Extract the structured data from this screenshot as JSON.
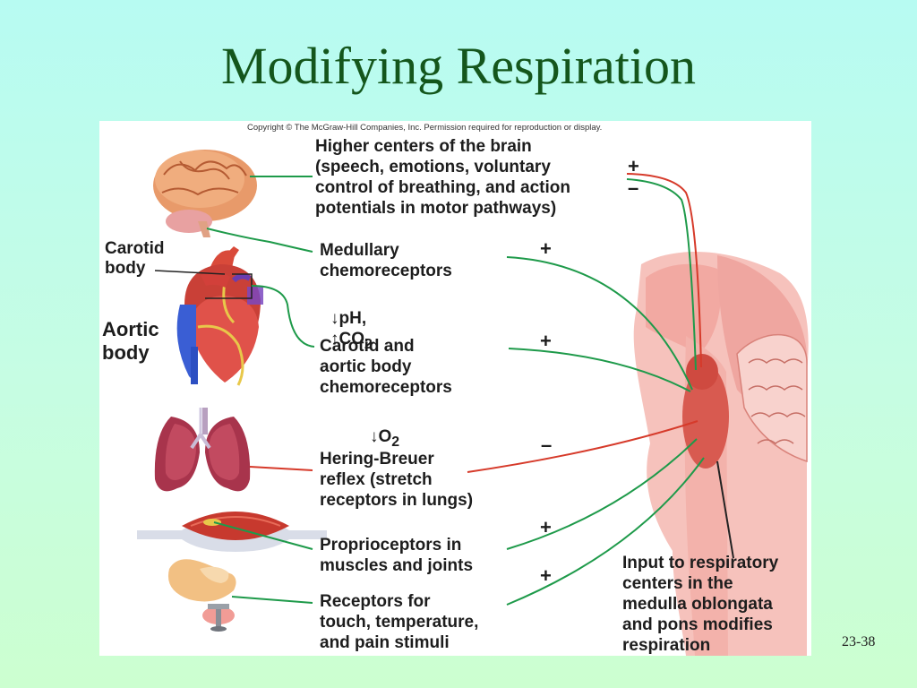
{
  "title": "Modifying Respiration",
  "slide_number": "23-38",
  "figure": {
    "copyright": "Copyright © The McGraw-Hill Companies, Inc. Permission required for reproduction or display.",
    "labels": {
      "higher_centers": "Higher centers of the brain\n(speech, emotions, voluntary\ncontrol of breathing, and action\npotentials in motor pathways)",
      "medullary": "Medullary\nchemoreceptors",
      "medullary_sub_ph": "pH,",
      "medullary_sub_co2": "CO",
      "medullary_sub_co2_subscript": "2",
      "carotid_aortic": "Carotid and\naortic body\nchemoreceptors",
      "o2": "O",
      "o2_subscript": "2",
      "hering_breuer": "Hering-Breuer\nreflex (stretch\nreceptors in lungs)",
      "proprioceptors": "Proprioceptors in\nmuscles and joints",
      "receptors": "Receptors for\ntouch, temperature,\nand pain stimuli",
      "input": "Input to respiratory\ncenters in the\nmedulla oblongata\nand pons modifies\nrespiration",
      "carotid_body": "Carotid\nbody",
      "aortic_body": "Aortic\nbody",
      "down_arrow": "↓",
      "up_arrow": "↑"
    },
    "signs": {
      "brain_plus": "+",
      "brain_minus": "–",
      "medullary": "+",
      "carotid": "+",
      "hering": "–",
      "proprio": "+",
      "receptors": "+"
    },
    "colors": {
      "excitatory_line": "#1e9a4a",
      "inhibitory_line": "#d63a2a",
      "title": "#14561c"
    }
  }
}
